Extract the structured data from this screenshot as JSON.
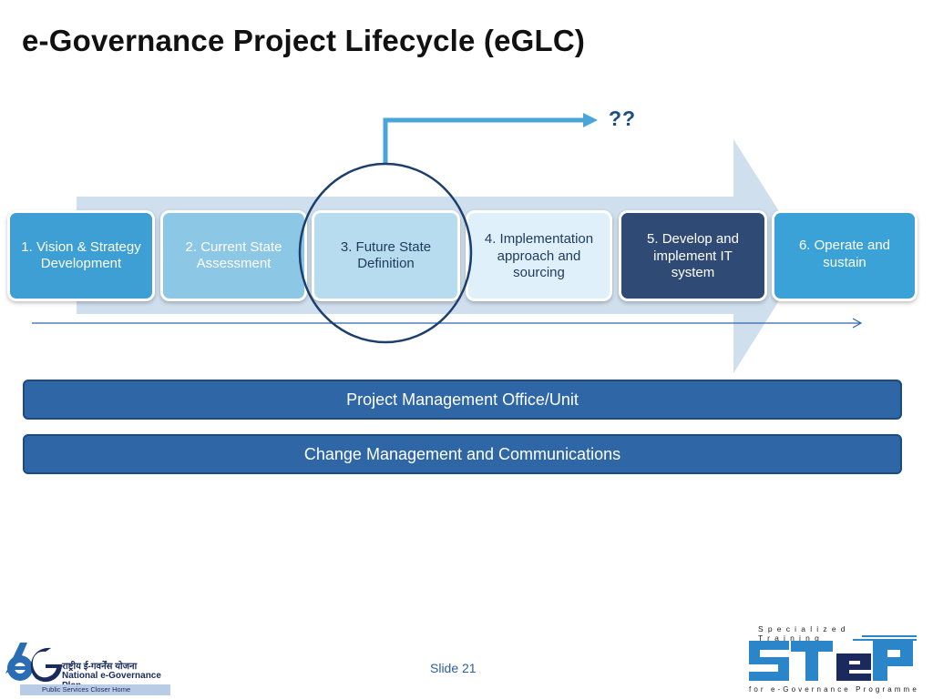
{
  "slide": {
    "title": "e-Governance Project Lifecycle (eGLC)",
    "slide_number": "Slide 21"
  },
  "lifecycle": {
    "phases": [
      {
        "label": "1. Vision & Strategy Development"
      },
      {
        "label": "2. Current State Assessment"
      },
      {
        "label": "3. Future State Definition"
      },
      {
        "label": "4. Implementation approach and sourcing"
      },
      {
        "label": "5. Develop and implement IT system"
      },
      {
        "label": "6. Operate and sustain"
      }
    ],
    "highlighted_phase": 3,
    "callout_text": "??"
  },
  "bars": {
    "pmo": "Project Management Office/Unit",
    "change_mgmt": "Change Management and Communications"
  },
  "logos": {
    "negp": {
      "hindi_name": "राष्ट्रीय ई-गवर्नेंस योजना",
      "name": "National e-Governance Plan",
      "tagline": "Public Services Closer Home"
    },
    "step": {
      "top_text": "Specialized Training",
      "word": "STeP",
      "bottom_text": "for e-Governance Programme"
    }
  },
  "colors": {
    "title": "#111111",
    "big_arrow": "#cfdfee",
    "callout_arrow": "#4aa6d8",
    "highlight_circle": "#1c3f6e",
    "bars": "#2e66a6",
    "phase1": "#3d9fd4",
    "phase2": "#8cc8e6",
    "phase3": "#b8dcef",
    "phase4": "#e0f0fa",
    "phase5": "#2e4a75",
    "phase6": "#3aa2d6"
  }
}
